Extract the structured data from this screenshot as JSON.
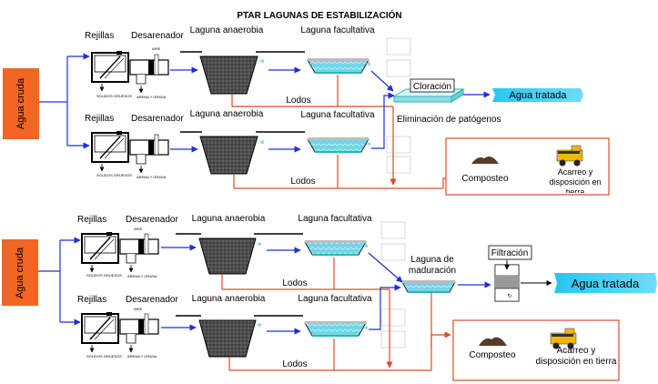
{
  "title": "PTAR LAGUNAS DE ESTABILIZACIÓN",
  "colors": {
    "influent_box": "#f26522",
    "treated_water": "#29c5f0",
    "flow_arrow": "#1f2fd6",
    "sludge_line": "#e04a2a",
    "lagoon_dark": "#4d4d4d",
    "lagoon_water": "#2ab7b0"
  },
  "section1": {
    "influent": "Agua cruda",
    "train1": {
      "screens": "Rejillas",
      "grit": "Desarenador",
      "grit_tiny_top": "ARIE",
      "solids_tiny": "SOLIDOS GRUESOS",
      "sand_tiny": "ARENA Y GRASA",
      "anaerobic": "Laguna anaerobia",
      "facultative": "Laguna facultativa",
      "sludge": "Lodos"
    },
    "train2": {
      "screens": "Rejillas",
      "grit": "Desarenador",
      "solids_tiny": "SOLIDOS GRUESOS",
      "sand_tiny": "ARENA Y GRASA",
      "anaerobic": "Laguna anaerobia",
      "facultative": "Laguna facultativa",
      "sludge": "Lodos"
    },
    "chlorination": "Cloración",
    "pathogen_removal": "Eliminación de patógenos",
    "treated_water": "Agua tratada",
    "compost": "Composteo",
    "hauling": "Acarreo y disposición en tierra"
  },
  "section2": {
    "influent": "Agua cruda",
    "train1": {
      "screens": "Rejillas",
      "grit": "Desarenador",
      "grit_tiny_top": "ARIE",
      "solids_tiny": "SOLIDOS GRUESOS",
      "sand_tiny": "ARENA Y GRASA",
      "anaerobic": "Laguna anaerobia",
      "facultative": "Laguna facultativa",
      "sludge": "Lodos"
    },
    "train2": {
      "screens": "Rejillas",
      "grit": "Desarenador",
      "grit_tiny_top": "ARIE",
      "solids_tiny": "SOLIDOS GRUESOS",
      "sand_tiny": "ARENA Y GRASA",
      "anaerobic": "Laguna anaerobia",
      "facultative": "Laguna facultativa",
      "sludge": "Lodos"
    },
    "maturation": "Laguna de maduración",
    "filtration": "Filtración",
    "treated_water": "Agua tratada",
    "compost": "Composteo",
    "hauling": "Acarreo y disposición en tierra"
  }
}
